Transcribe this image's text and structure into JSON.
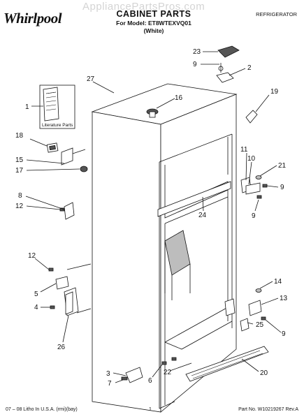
{
  "header": {
    "brand": "Whirlpool",
    "watermark": "AppliancePartsPros.com",
    "title": "CABINET PARTS",
    "model_line": "For Model: ET8WTEXVQ01",
    "color_line": "(White)",
    "appliance": "REFRIGERATOR"
  },
  "diagram": {
    "literature_label": "Literature Parts",
    "callouts": {
      "c1": "1",
      "c2": "2",
      "c3": "3",
      "c4": "4",
      "c5": "5",
      "c6": "6",
      "c7": "7",
      "c8": "8",
      "c9a": "9",
      "c9b": "9",
      "c9c": "9",
      "c9d": "9",
      "c10": "10",
      "c11": "11",
      "c12a": "12",
      "c12b": "12",
      "c13": "13",
      "c14": "14",
      "c15": "15",
      "c16": "16",
      "c17": "17",
      "c18": "18",
      "c19": "19",
      "c20": "20",
      "c21": "21",
      "c22": "22",
      "c23": "23",
      "c24": "24",
      "c25": "25",
      "c26": "26",
      "c27": "27"
    }
  },
  "footer": {
    "left": "07 – 08 Litho In U.S.A. (rmi)(bay)",
    "page": "1",
    "right": "Part No. W10219267 Rev.A"
  }
}
